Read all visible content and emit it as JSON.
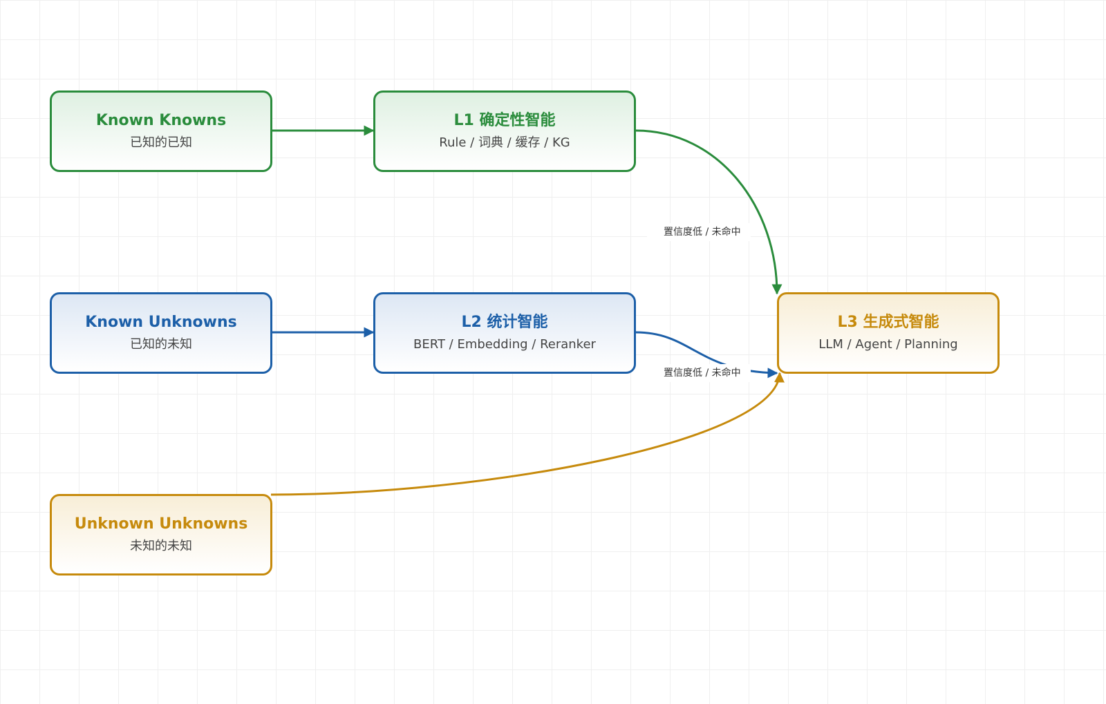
{
  "nodes": {
    "known_knowns": {
      "title": "Known Knowns",
      "subtitle": "已知的已知"
    },
    "known_unknowns": {
      "title": "Known Unknowns",
      "subtitle": "已知的未知"
    },
    "unknown_unknowns": {
      "title": "Unknown Unknowns",
      "subtitle": "未知的未知"
    },
    "l1": {
      "title": "L1 确定性智能",
      "subtitle": "Rule / 词典 / 缓存 / KG"
    },
    "l2": {
      "title": "L2 统计智能",
      "subtitle": "BERT / Embedding / Reranker"
    },
    "l3": {
      "title": "L3 生成式智能",
      "subtitle": "LLM / Agent / Planning"
    }
  },
  "edges": {
    "l1_to_l3": {
      "label": "置信度低 / 未命中"
    },
    "l2_to_l3": {
      "label": "置信度低 / 未命中"
    }
  },
  "colors": {
    "green": "#2a8c3c",
    "blue": "#1c5fa8",
    "gold": "#c68a0c"
  }
}
